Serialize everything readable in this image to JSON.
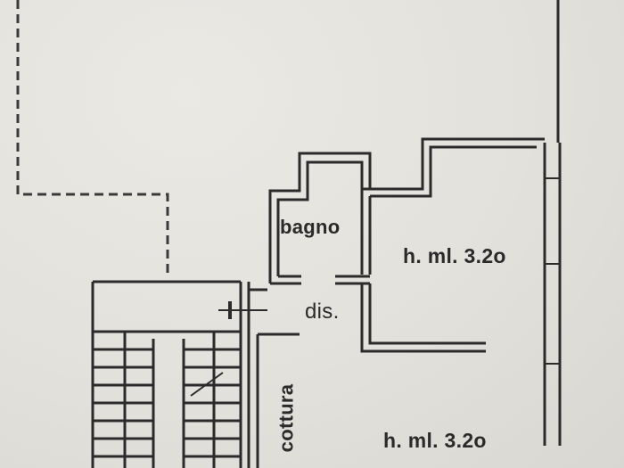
{
  "plan": {
    "rooms": {
      "bagno": "bagno",
      "disimpegno": "dis.",
      "room_upper_height": "h. ml. 3.2o",
      "room_lower_height": "h. ml. 3.2o",
      "cottura": "cottura"
    }
  },
  "colors": {
    "paper": "#e4e2dd",
    "wall": "#2b2b2b",
    "dashed": "#3a3a3a"
  }
}
